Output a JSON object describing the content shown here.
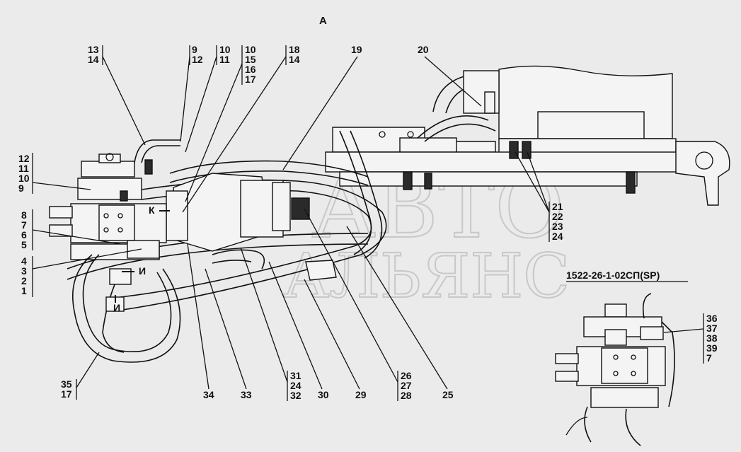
{
  "view_label": "А",
  "variant_caption": "1522-26-1-02СП(SP)",
  "watermark": {
    "line1": "АВТО",
    "line2": "АЛЬЯНС"
  },
  "arrow_labels": {
    "k": "К",
    "i1": "И",
    "i2": "И"
  },
  "callouts": [
    {
      "id": "c-13-14",
      "lines": [
        "13",
        "14"
      ]
    },
    {
      "id": "c-9-12",
      "lines": [
        "9",
        "12"
      ]
    },
    {
      "id": "c-10-11",
      "lines": [
        "10",
        "11"
      ]
    },
    {
      "id": "c-10-15-16-17",
      "lines": [
        "10",
        "15",
        "16",
        "17"
      ]
    },
    {
      "id": "c-18-14",
      "lines": [
        "18",
        "14"
      ]
    },
    {
      "id": "c-19",
      "lines": [
        "19"
      ]
    },
    {
      "id": "c-20",
      "lines": [
        "20"
      ]
    },
    {
      "id": "c-12-11-10-9",
      "lines": [
        "12",
        "11",
        "10",
        "9"
      ]
    },
    {
      "id": "c-8-7-6-5",
      "lines": [
        "8",
        "7",
        "6",
        "5"
      ]
    },
    {
      "id": "c-4-3-2-1",
      "lines": [
        "4",
        "3",
        "2",
        "1"
      ]
    },
    {
      "id": "c-21-24",
      "lines": [
        "21",
        "22",
        "23",
        "24"
      ]
    },
    {
      "id": "c-35-17",
      "lines": [
        "35",
        "17"
      ]
    },
    {
      "id": "c-34",
      "lines": [
        "34"
      ]
    },
    {
      "id": "c-33",
      "lines": [
        "33"
      ]
    },
    {
      "id": "c-31-24-32",
      "lines": [
        "31",
        "24",
        "32"
      ]
    },
    {
      "id": "c-30",
      "lines": [
        "30"
      ]
    },
    {
      "id": "c-29",
      "lines": [
        "29"
      ]
    },
    {
      "id": "c-26-27-28",
      "lines": [
        "26",
        "27",
        "28"
      ]
    },
    {
      "id": "c-25",
      "lines": [
        "25"
      ]
    },
    {
      "id": "c-36-7",
      "lines": [
        "36",
        "37",
        "38",
        "39",
        "7"
      ]
    }
  ]
}
